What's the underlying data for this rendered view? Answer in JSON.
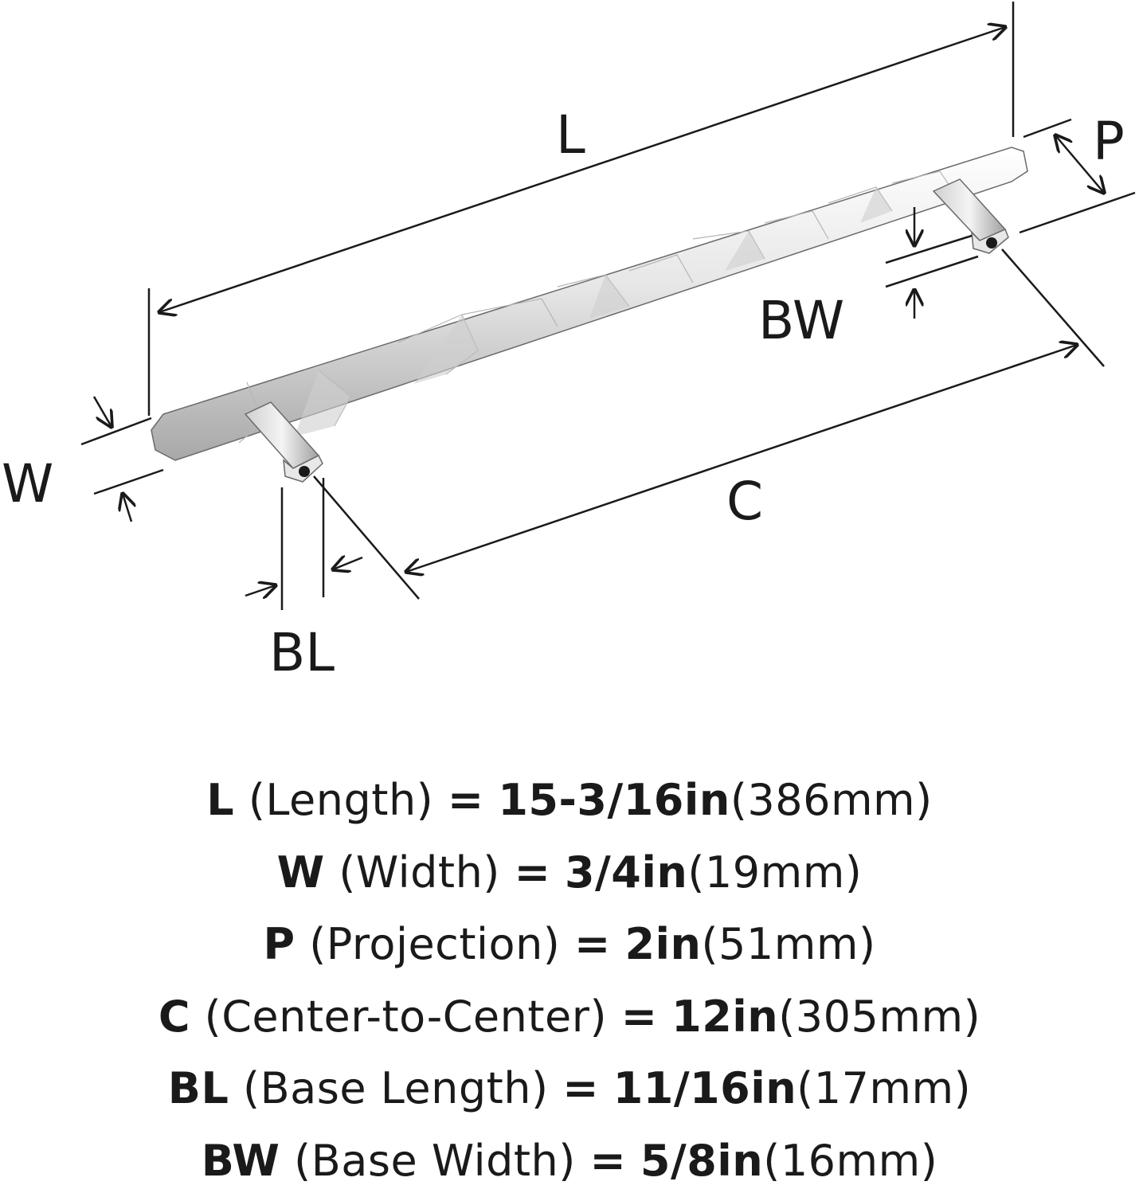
{
  "diagram": {
    "labels": {
      "L": "L",
      "P": "P",
      "BW": "BW",
      "W": "W",
      "C": "C",
      "BL": "BL"
    }
  },
  "specs": [
    {
      "code": "L",
      "name": "(Length)",
      "eq": "=",
      "imperial": "15-3/16in",
      "metric": "(386mm)"
    },
    {
      "code": "W",
      "name": "(Width)",
      "eq": "=",
      "imperial": "3/4in",
      "metric": "(19mm)"
    },
    {
      "code": "P",
      "name": "(Projection)",
      "eq": "=",
      "imperial": "2in",
      "metric": "(51mm)"
    },
    {
      "code": "C",
      "name": "(Center-to-Center)",
      "eq": "=",
      "imperial": "12in",
      "metric": "(305mm)"
    },
    {
      "code": "BL",
      "name": "(Base Length)",
      "eq": "=",
      "imperial": "11/16in",
      "metric": "(17mm)"
    },
    {
      "code": "BW",
      "name": "(Base Width)",
      "eq": "=",
      "imperial": "5/8in",
      "metric": "(16mm)"
    }
  ],
  "colors": {
    "ink": "#1a1a1a",
    "metal_light": "#f4f4f4",
    "metal_mid": "#d6d6d6",
    "metal_dark": "#9a9a9a"
  }
}
